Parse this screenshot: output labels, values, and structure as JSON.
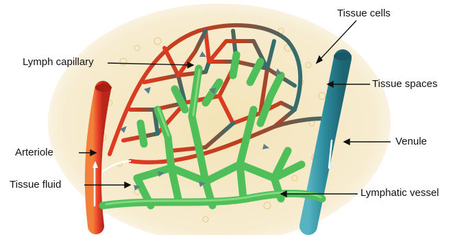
{
  "labels": {
    "tissue_cells": "Tissue cells",
    "lymph_capillary": "Lymph capillary",
    "tissue_spaces": "Tissue spaces",
    "arteriole": "Arteriole",
    "venule": "Venule",
    "tissue_fluid": "Tissue fluid",
    "lymphatic_vessel": "Lymphatic vessel"
  },
  "colors": {
    "background_tissue": "#f5e9c3",
    "arteriole": "#e8412a",
    "capillary_arterial": "#d9361f",
    "capillary_venous": "#5a3a2a",
    "venule": "#2a8a9a",
    "lymph": "#4fbf5a",
    "lymph_dark": "#2f8f3d",
    "arrow": "#5a7f8a"
  }
}
